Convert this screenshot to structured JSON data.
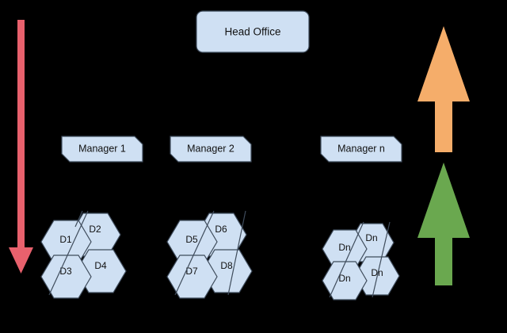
{
  "diagram": {
    "background_color": "#000000",
    "shape_fill_color": "#cfe0f3",
    "shape_stroke_color": "#3f4c5c",
    "head_office": {
      "label": "Head Office"
    },
    "managers": [
      {
        "id": "manager-1",
        "label": "Manager 1"
      },
      {
        "id": "manager-2",
        "label": "Manager 2"
      },
      {
        "id": "manager-n",
        "label": "Manager n"
      }
    ],
    "clusters": [
      {
        "id": "cluster-1",
        "parent": "Manager 1",
        "hexagons": [
          {
            "id": "hex-d1",
            "label": "D1"
          },
          {
            "id": "hex-d2",
            "label": "D2"
          },
          {
            "id": "hex-d3",
            "label": "D3"
          },
          {
            "id": "hex-d4",
            "label": "D4"
          }
        ]
      },
      {
        "id": "cluster-2",
        "parent": "Manager 2",
        "hexagons": [
          {
            "id": "hex-d5",
            "label": "D5"
          },
          {
            "id": "hex-d6",
            "label": "D6"
          },
          {
            "id": "hex-d7",
            "label": "D7"
          },
          {
            "id": "hex-d8",
            "label": "D8"
          }
        ]
      },
      {
        "id": "cluster-n",
        "parent": "Manager n",
        "hexagons": [
          {
            "id": "hex-dn-1",
            "label": "Dn"
          },
          {
            "id": "hex-dn-2",
            "label": "Dn"
          },
          {
            "id": "hex-dn-3",
            "label": "Dn"
          },
          {
            "id": "hex-dn-4",
            "label": "Dn"
          }
        ]
      }
    ],
    "arrows": [
      {
        "id": "arrow-down-red",
        "color": "#e8616d",
        "direction": "down",
        "side": "left"
      },
      {
        "id": "arrow-up-orange",
        "color": "#f5ad6a",
        "direction": "up",
        "side": "right-top"
      },
      {
        "id": "arrow-up-green",
        "color": "#6aa84f",
        "direction": "up",
        "side": "right-bottom"
      }
    ]
  }
}
